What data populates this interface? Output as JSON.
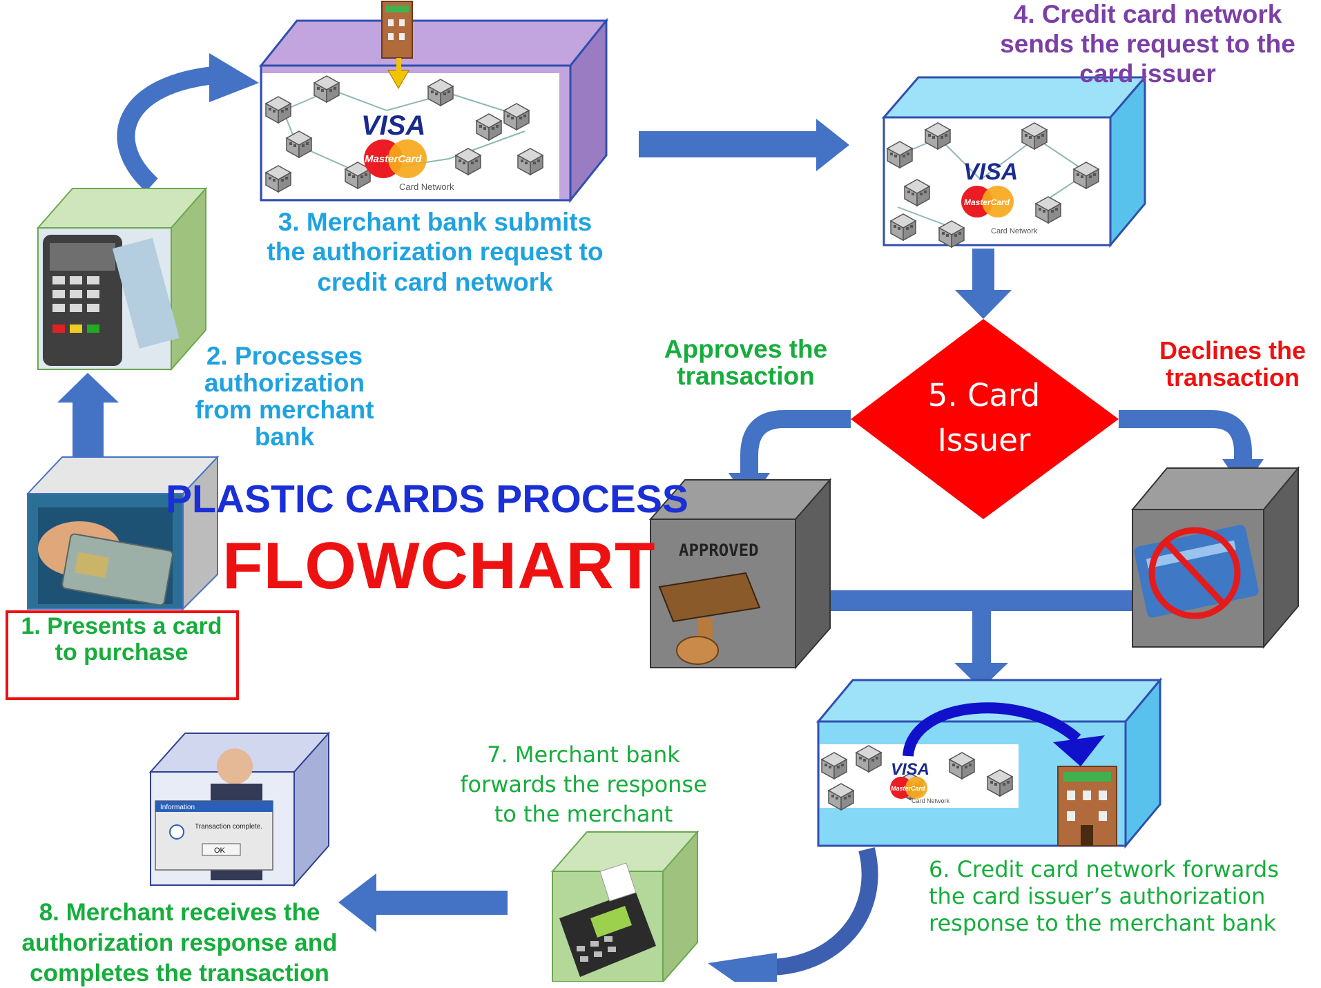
{
  "title": {
    "line1": "PLASTIC CARDS PROCESS",
    "line2": "FLOWCHART"
  },
  "steps": {
    "step1": "1. Presents a card to purchase",
    "step2": "2. Processes authorization from merchant bank",
    "step3": "3. Merchant bank submits the authorization request to credit card network",
    "step4": "4. Credit card network sends the request to the card issuer",
    "step5": "5. Card Issuer",
    "step6": "6. Credit card network forwards the card issuer’s authorization response to the merchant bank",
    "step7": "7. Merchant bank forwards the response to the merchant",
    "step8": "8. Merchant receives the authorization response and completes the transaction"
  },
  "branches": {
    "approve": "Approves the transaction",
    "decline": "Declines the transaction"
  },
  "images": {
    "visa_logo": "VISA",
    "mastercard_logo": "MasterCard",
    "network_caption": "Card Network",
    "approved_stamp": "APPROVED",
    "dialog_title": "Information",
    "dialog_message": "Transaction complete.",
    "dialog_ok": "OK"
  },
  "colors": {
    "arrow": "#4472c4",
    "label_blue": "#1fa3e0",
    "label_green": "#16ad3c",
    "label_purple": "#7b3fa6",
    "title_blue": "#1a2fd6",
    "title_red": "#ee1111",
    "issuer_diamond": "#ff0000",
    "box_green": "#b4d79a",
    "box_purple": "#b89ad6",
    "box_cyan": "#7fd6f5",
    "box_gray": "#7f7f7f"
  }
}
